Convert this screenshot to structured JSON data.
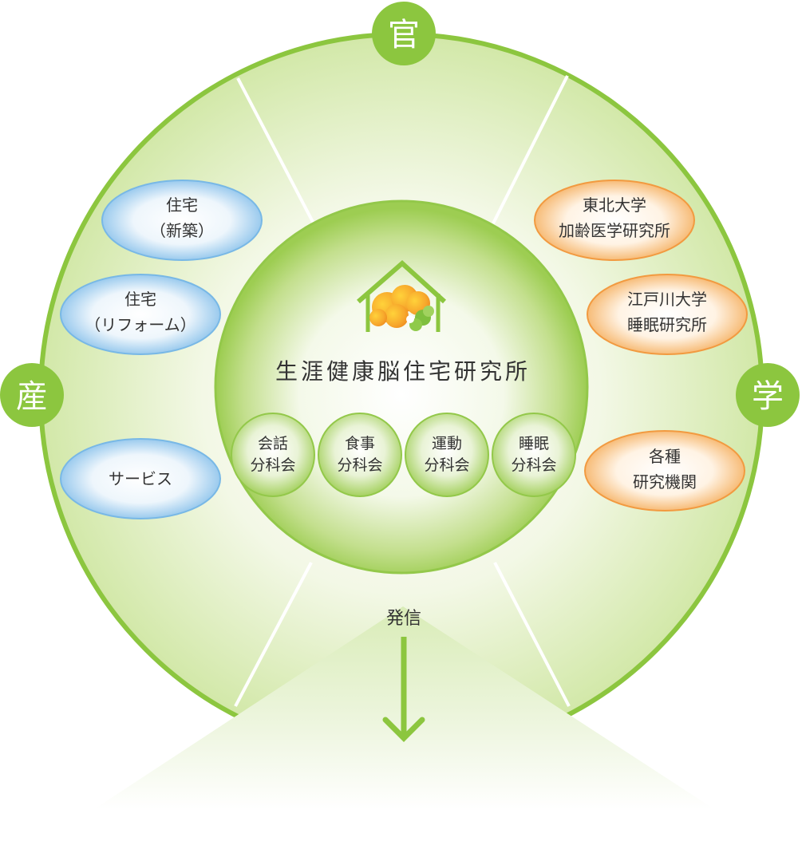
{
  "badges": {
    "top": "官",
    "left": "産",
    "right": "学"
  },
  "center": {
    "title": "生涯健康脳住宅研究所",
    "subcommittees": [
      {
        "line1": "会話",
        "line2": "分科会"
      },
      {
        "line1": "食事",
        "line2": "分科会"
      },
      {
        "line1": "運動",
        "line2": "分科会"
      },
      {
        "line1": "睡眠",
        "line2": "分科会"
      }
    ]
  },
  "industry": [
    {
      "line1": "住宅",
      "line2": "（新築）"
    },
    {
      "line1": "住宅",
      "line2": "（リフォーム）"
    },
    {
      "line1": "サービス",
      "line2": ""
    }
  ],
  "academia": [
    {
      "line1": "東北大学",
      "line2": "加齢医学研究所"
    },
    {
      "line1": "江戸川大学",
      "line2": "睡眠研究所"
    },
    {
      "line1": "各種",
      "line2": "研究機関"
    }
  ],
  "output": {
    "label": "発信"
  },
  "colors": {
    "green": "#8cc63f",
    "blue_oval": "#7bbbe8",
    "orange_oval": "#f5a04a"
  }
}
